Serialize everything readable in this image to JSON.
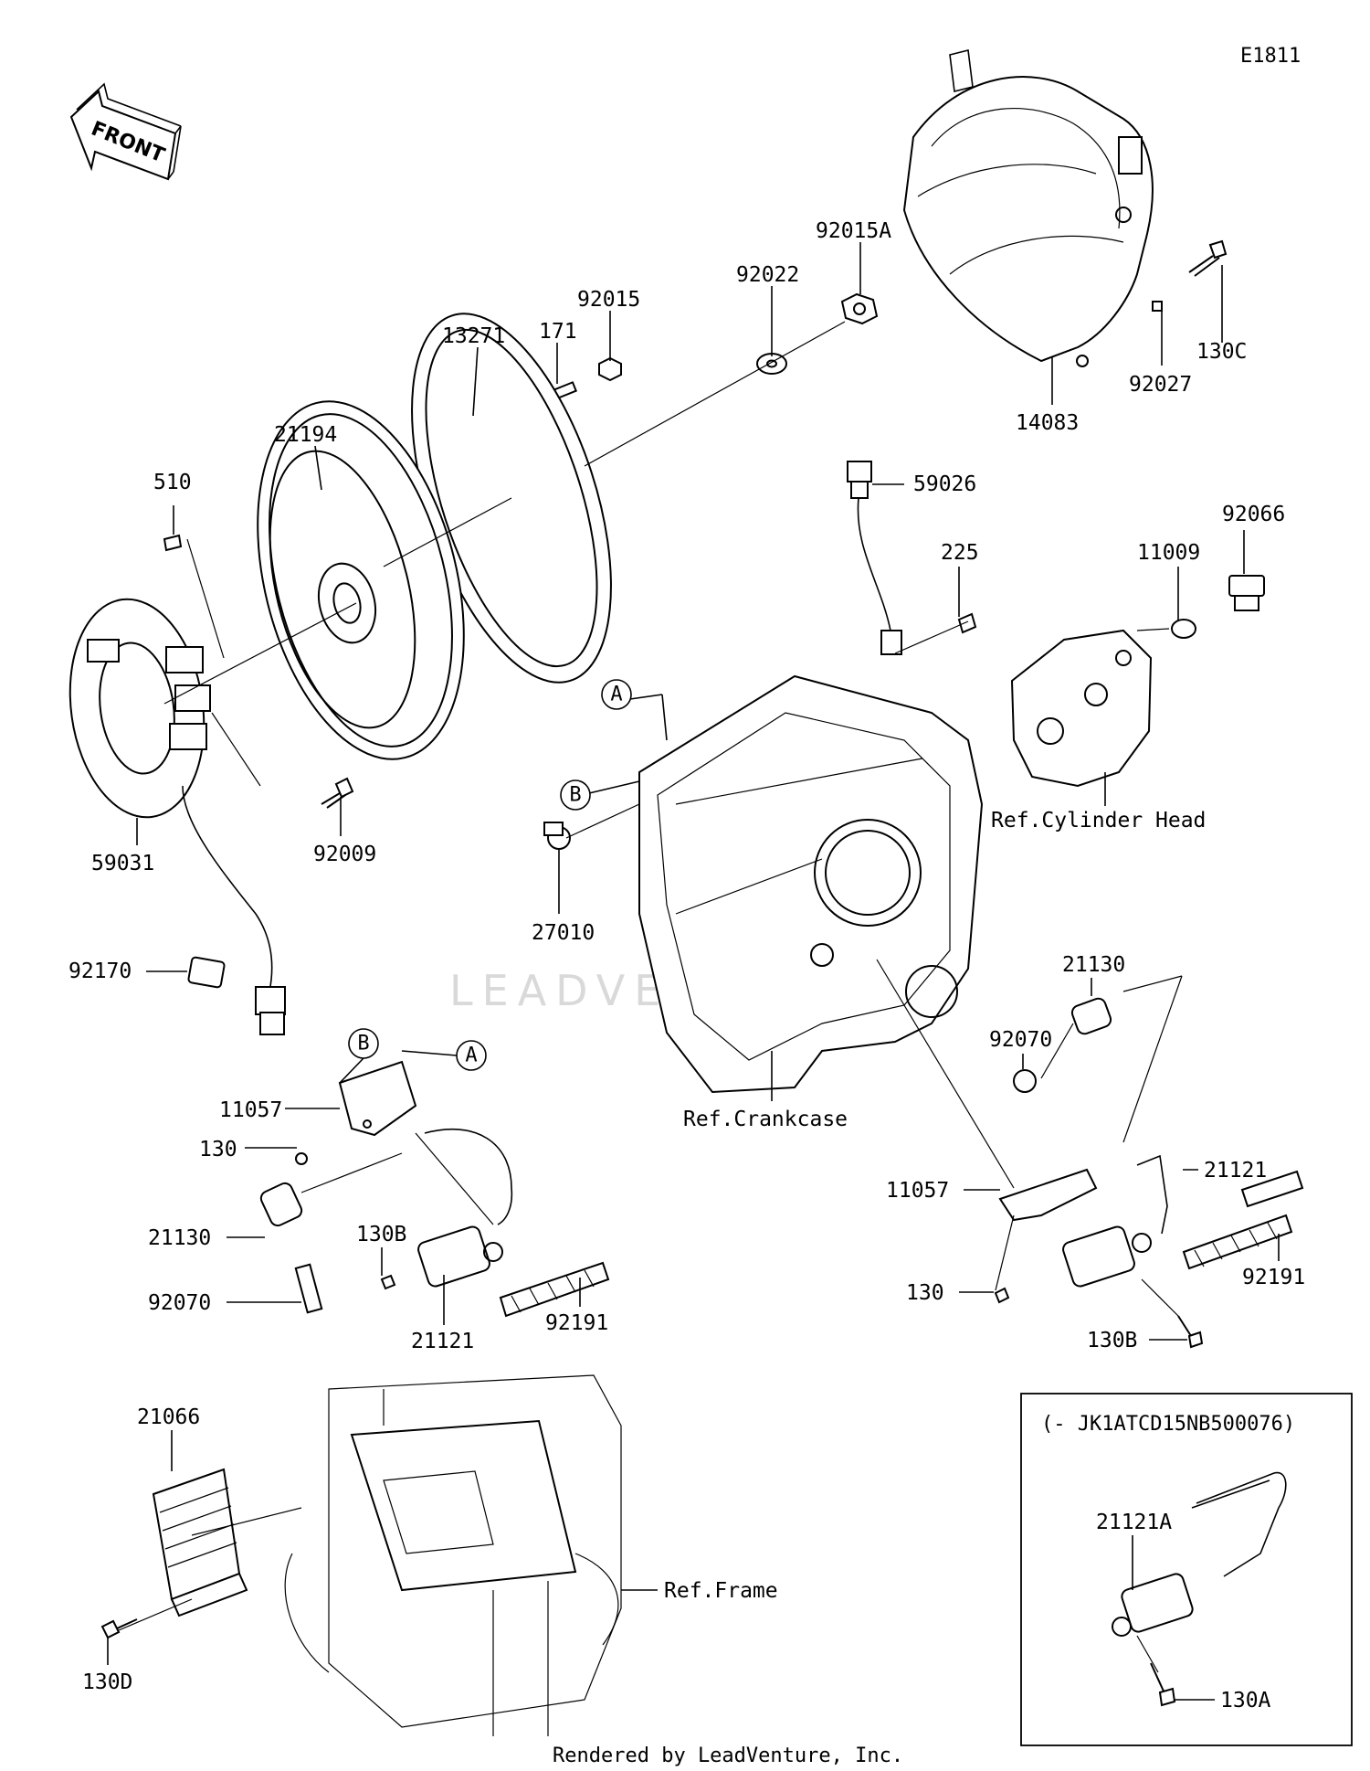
{
  "diagram_code": "E1811",
  "front_label": "FRONT",
  "watermark": "LEADVENTURE",
  "footer": "Rendered by LeadVenture, Inc.",
  "inset_label": "(- JK1ATCD15NB500076)",
  "callouts": {
    "c_A": "A",
    "c_B": "B"
  },
  "labels": {
    "p92015A": "92015A",
    "p92022": "92022",
    "p92015": "92015",
    "p171": "171",
    "p13271": "13271",
    "p21194": "21194",
    "p510": "510",
    "p130C": "130C",
    "p92027": "92027",
    "p14083": "14083",
    "p59026": "59026",
    "p225": "225",
    "p11009": "11009",
    "p92066": "92066",
    "refCylinderHead": "Ref.Cylinder Head",
    "p59031": "59031",
    "p92009": "92009",
    "p27010": "27010",
    "p92170": "92170",
    "refCrankcase": "Ref.Crankcase",
    "p21130r": "21130",
    "p92070r": "92070",
    "p21121r": "21121",
    "p11057r": "11057",
    "p92191r": "92191",
    "p130r": "130",
    "p130Br": "130B",
    "p11057l": "11057",
    "p130l": "130",
    "p21130l": "21130",
    "p92070l": "92070",
    "p130Bl": "130B",
    "p21121l": "21121",
    "p92191l": "92191",
    "p21066": "21066",
    "p130D": "130D",
    "refFrame": "Ref.Frame",
    "p21121A": "21121A",
    "p130A": "130A"
  }
}
